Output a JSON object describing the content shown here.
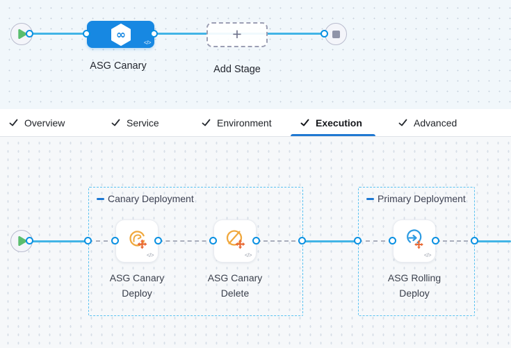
{
  "glyphs": {
    "code": "</>",
    "plus": "+",
    "infinity": "∞"
  },
  "stage_graph": {
    "stage": {
      "label": "ASG Canary"
    },
    "add_stage": {
      "label": "Add Stage"
    }
  },
  "tabs": {
    "active": "Execution",
    "items": [
      {
        "label": "Overview",
        "checked": true
      },
      {
        "label": "Service",
        "checked": true
      },
      {
        "label": "Environment",
        "checked": true
      },
      {
        "label": "Execution",
        "checked": true
      },
      {
        "label": "Advanced",
        "checked": true
      }
    ]
  },
  "execution_graph": {
    "groups": [
      {
        "label": "Canary Deployment"
      },
      {
        "label": "Primary Deployment"
      }
    ],
    "steps": [
      {
        "line1": "ASG Canary",
        "line2": "Deploy",
        "icon": "asg-canary-deploy-icon"
      },
      {
        "line1": "ASG Canary",
        "line2": "Delete",
        "icon": "asg-canary-delete-icon"
      },
      {
        "line1": "ASG Rolling",
        "line2": "Deploy",
        "icon": "asg-rolling-deploy-icon"
      }
    ]
  },
  "colors": {
    "stage_blue": "#1788e2",
    "line_blue": "#42b4e6",
    "port_blue": "#0990e2",
    "tab_underline_blue": "#1f78d1",
    "group_border_blue": "#5ac2f1",
    "play_green": "#5abd6e",
    "asg_orange": "#f0a83d",
    "scale_arrows_orange": "#e96a35",
    "rolling_blue": "#2d9be2",
    "stop_gray": "#8f94a8"
  }
}
